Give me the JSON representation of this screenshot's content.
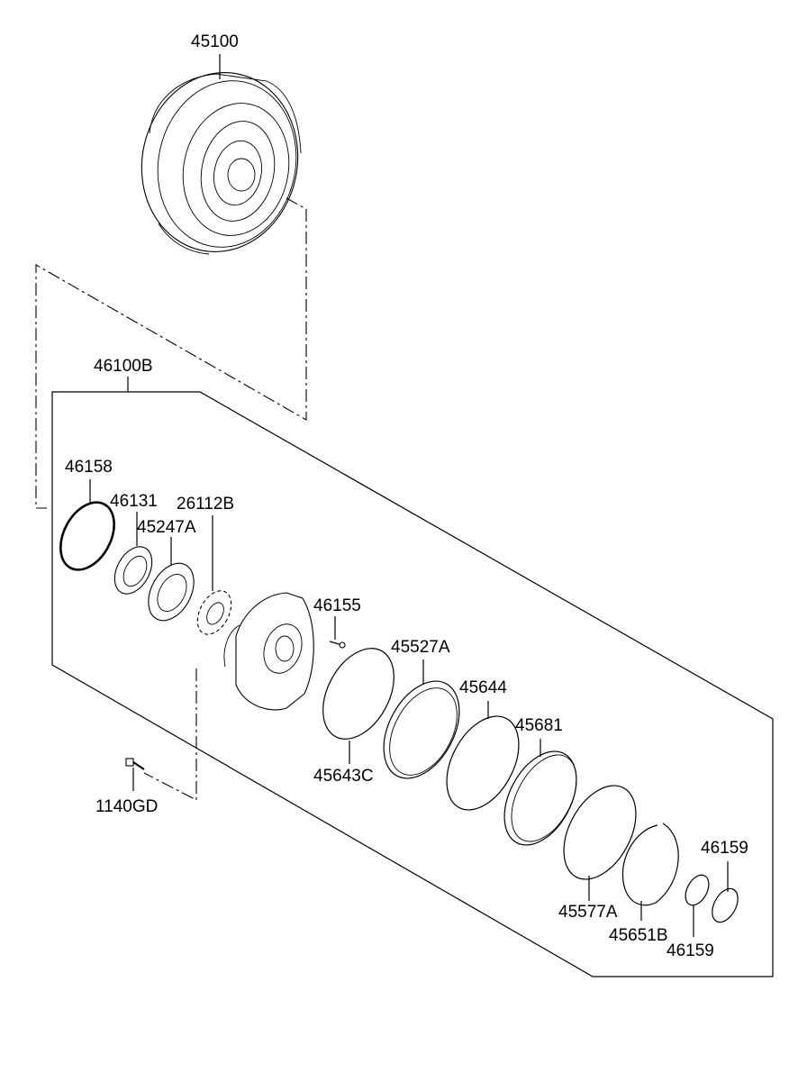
{
  "diagram": {
    "callouts": [
      {
        "id": "p45100",
        "label": "45100"
      },
      {
        "id": "p46100B",
        "label": "46100B"
      },
      {
        "id": "p46158",
        "label": "46158"
      },
      {
        "id": "p46131",
        "label": "46131"
      },
      {
        "id": "p26112B",
        "label": "26112B"
      },
      {
        "id": "p45247A",
        "label": "45247A"
      },
      {
        "id": "p46155",
        "label": "46155"
      },
      {
        "id": "p45527A",
        "label": "45527A"
      },
      {
        "id": "p45644",
        "label": "45644"
      },
      {
        "id": "p45681",
        "label": "45681"
      },
      {
        "id": "p45643C",
        "label": "45643C"
      },
      {
        "id": "p1140GD",
        "label": "1140GD"
      },
      {
        "id": "p46159a",
        "label": "46159"
      },
      {
        "id": "p45577A",
        "label": "45577A"
      },
      {
        "id": "p45651B",
        "label": "45651B"
      },
      {
        "id": "p46159b",
        "label": "46159"
      }
    ]
  }
}
